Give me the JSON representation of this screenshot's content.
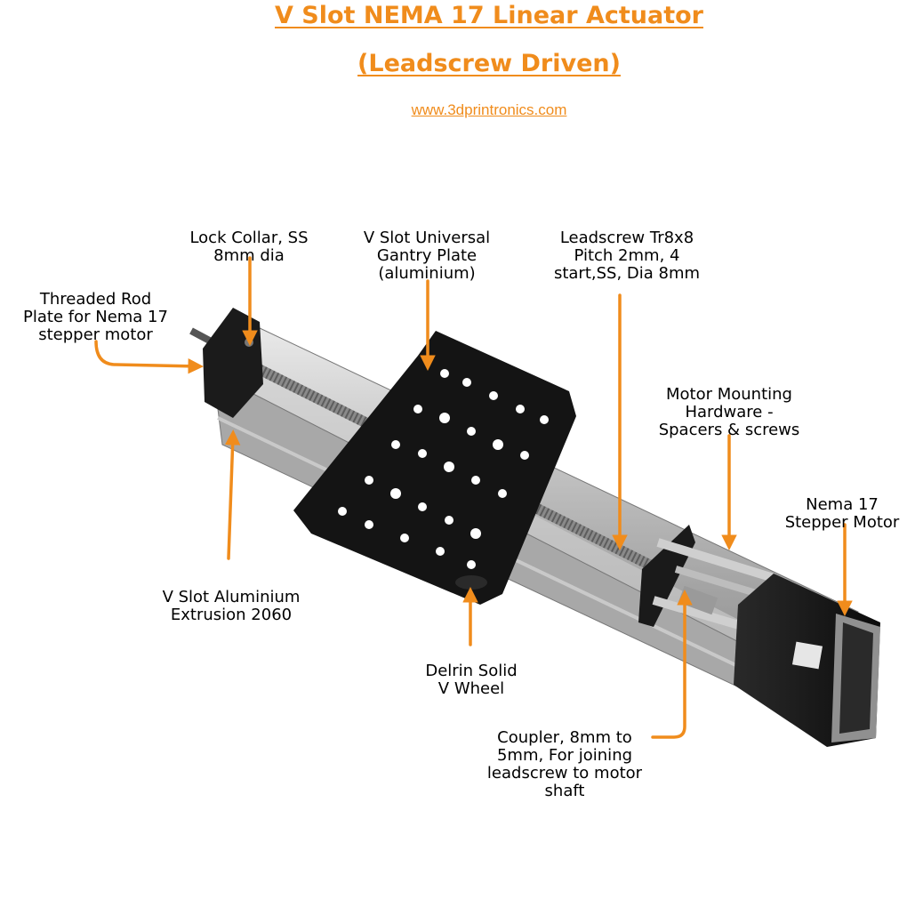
{
  "title_line1": "V Slot NEMA 17 Linear Actuator",
  "title_line2": "(Leadscrew Driven)",
  "website": "www.3dprintronics.com",
  "accent_color": "#f08c1c",
  "labels": {
    "lock_collar": [
      "Lock Collar, SS",
      "8mm dia"
    ],
    "gantry_plate": [
      "V Slot Universal",
      "Gantry Plate",
      "(aluminium)"
    ],
    "leadscrew": [
      "Leadscrew Tr8x8",
      "Pitch 2mm, 4",
      "start,SS, Dia 8mm"
    ],
    "threaded_rod_plate": [
      "Threaded Rod",
      "Plate for Nema 17",
      "stepper motor"
    ],
    "motor_mounting": [
      "Motor Mounting",
      "Hardware -",
      "Spacers & screws"
    ],
    "nema17": [
      "Nema 17",
      "Stepper Motor"
    ],
    "extrusion": [
      "V Slot Aluminium",
      "Extrusion 2060"
    ],
    "delrin_wheel": [
      "Delrin Solid",
      "V Wheel"
    ],
    "coupler": [
      "Coupler, 8mm to",
      "5mm, For joining",
      "leadscrew to motor",
      "shaft"
    ]
  }
}
